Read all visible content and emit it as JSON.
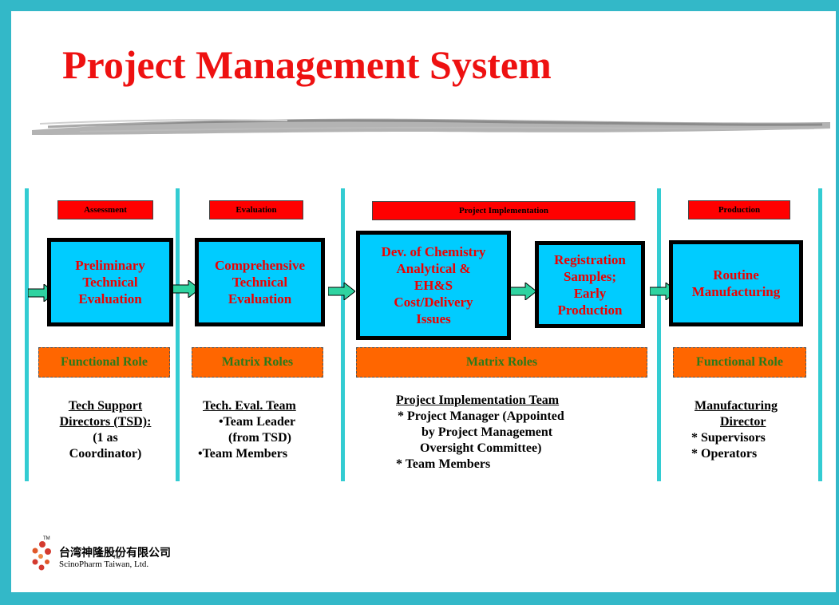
{
  "slide": {
    "title": "Project Management System"
  },
  "phases": [
    {
      "label": "Assessment"
    },
    {
      "label": "Evaluation"
    },
    {
      "label": "Project Implementation"
    },
    {
      "label": "Production"
    }
  ],
  "process_boxes": [
    {
      "label": "Preliminary\nTechnical\nEvaluation"
    },
    {
      "label": "Comprehensive\nTechnical\nEvaluation"
    },
    {
      "label": "Dev. of Chemistry\nAnalytical &\nEH&S\nCost/Delivery\nIssues"
    },
    {
      "label": "Registration\nSamples;\nEarly\nProduction"
    },
    {
      "label": "Routine\nManufacturing"
    }
  ],
  "roles": [
    {
      "label": "Functional Role"
    },
    {
      "label": "Matrix Roles"
    },
    {
      "label": "Matrix Roles"
    },
    {
      "label": "Functional Role"
    }
  ],
  "teams": [
    {
      "heading": [
        "Tech Support",
        "Directors (TSD):"
      ],
      "lines": [
        "(1 as",
        "Coordinator)"
      ]
    },
    {
      "heading": [
        "Tech. Eval. Team"
      ],
      "lines": [
        "•Team Leader",
        "(from TSD)",
        "•Team Members"
      ]
    },
    {
      "heading": [
        "Project Implementation Team"
      ],
      "lines": [
        "* Project Manager (Appointed",
        "by Project Management",
        "Oversight Committee)",
        "* Team Members"
      ]
    },
    {
      "heading": [
        "Manufacturing",
        "Director"
      ],
      "lines": [
        "* Supervisors",
        "* Operators"
      ]
    }
  ],
  "logo": {
    "chinese_name": "台湾神隆股份有限公司",
    "english_name": "ScinoPharm Taiwan, Ltd.",
    "tm": "TM"
  },
  "colors": {
    "frame": "#33b8c8",
    "title": "#ee1111",
    "phase_fill": "#ff0000",
    "box_fill": "#00ccff",
    "box_text": "#ee0000",
    "role_fill": "#ff6600",
    "role_text": "#2a7a1a",
    "arrow_fill": "#2fd3a0"
  }
}
